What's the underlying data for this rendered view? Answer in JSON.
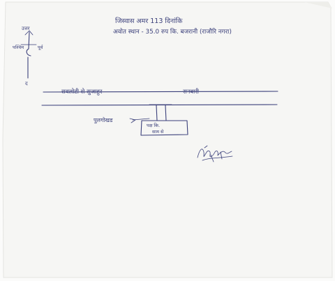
{
  "page": {
    "background_color": "#ffffff",
    "paper_color": "#f6f6f4",
    "ink_color": "#3a3f7a"
  },
  "handwriting": {
    "header_line_1": "जिस्वास अमर 113 दिनांकि",
    "header_line_2": "अवोत स्थान - 35.0 रुप कि. बजरानी (राजौरि नगरा)",
    "road_label_left": "सवलोटी से सुजाहुर",
    "road_label_right": "रानवारी",
    "culvert_label": "पुलगोखड",
    "box_label_line_1": "पक्ष कि.",
    "box_label_line_2": "साम से",
    "compass_north": "उत्तर",
    "compass_west": "पश्चिम",
    "compass_east": "पूर्व",
    "compass_south": "द",
    "signature": "signature-mark"
  }
}
